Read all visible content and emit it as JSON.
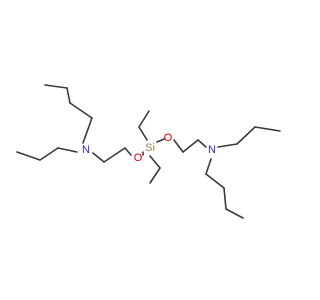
{
  "atoms": {
    "n_left": "N",
    "o_left": "O",
    "si": "Si",
    "o_right": "O",
    "n_right": "N"
  },
  "colors": {
    "bond": "#3a3a3a",
    "nitrogen": "#2b2bd4",
    "oxygen": "#d40000",
    "silicon": "#9a8a5a"
  }
}
